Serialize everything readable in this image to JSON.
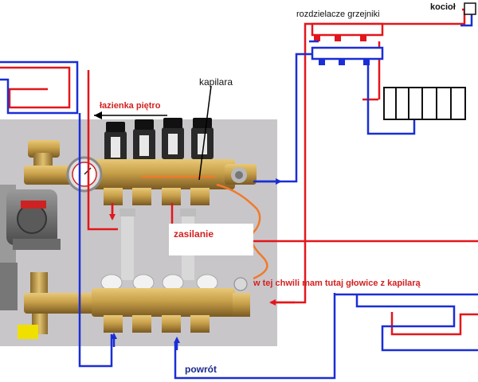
{
  "labels": {
    "kociol": "kocioł",
    "rozdzielacze": "rozdzielacze grzejniki",
    "kapilara": "kapilara",
    "lazienka": "łazienka piętro",
    "zasilanie": "zasilanie",
    "glowica": "w tej chwili mam tutaj głowice z kapilarą",
    "powrot": "powrót"
  },
  "colors": {
    "supply": "#e3161b",
    "return": "#1a2ed6",
    "capillary": "#f07a2a",
    "brass": "#c8a04a",
    "photo_background": "#c9c6c9"
  }
}
